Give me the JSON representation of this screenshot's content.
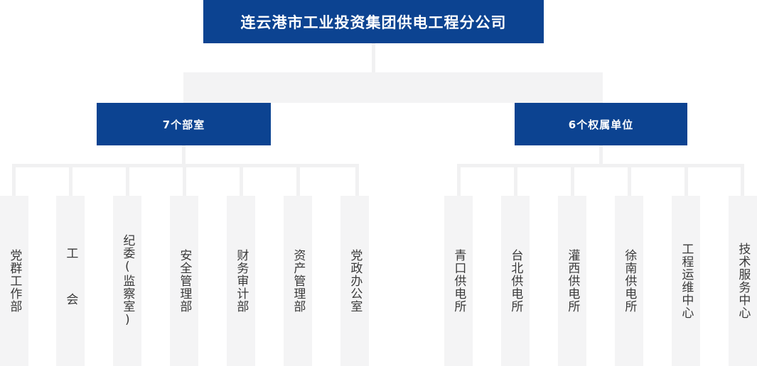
{
  "colors": {
    "brand_blue": "#0c4391",
    "connector_gray": "#f1f1f2",
    "leaf_gray": "#f4f4f5",
    "slab_gray": "#f3f3f4",
    "text_dark": "#3a3a3a",
    "text_light": "#ffffff"
  },
  "root": {
    "label": "连云港市工业投资集团供电工程分公司"
  },
  "level2": [
    {
      "label": "7个部室",
      "key": "departments"
    },
    {
      "label": "6个权属单位",
      "key": "affiliated-units"
    }
  ],
  "departments": {
    "count": 7,
    "items": [
      {
        "label": "党群工作部"
      },
      {
        "label": "工 会"
      },
      {
        "label": "纪委(监察室)"
      },
      {
        "label": "安全管理部"
      },
      {
        "label": "财务审计部"
      },
      {
        "label": "资产管理部"
      },
      {
        "label": "党政办公室"
      }
    ]
  },
  "affiliated_units": {
    "count": 6,
    "items": [
      {
        "label": "青口供电所"
      },
      {
        "label": "台北供电所"
      },
      {
        "label": "灌西供电所"
      },
      {
        "label": "徐南供电所"
      },
      {
        "label": "工程运维中心"
      },
      {
        "label": "技术服务中心"
      }
    ]
  }
}
